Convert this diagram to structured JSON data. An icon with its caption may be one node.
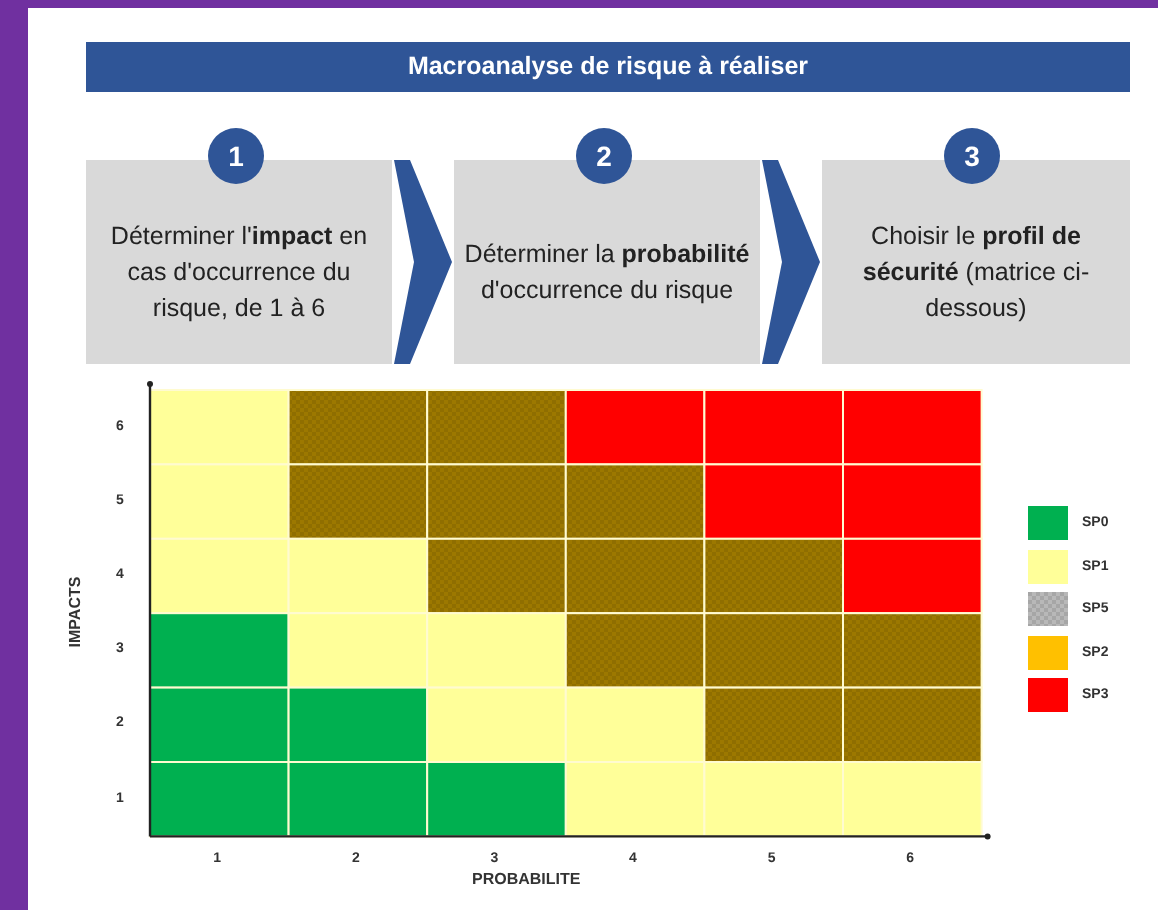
{
  "diagram": {
    "nodes": [
      {
        "text": [
          "Macroanalyse de risque à réaliser"
        ]
      },
      {
        "text": [
          "1"
        ]
      },
      {
        "text": [
          "Déterminer l'**impact** en cas d'occurrence du risque, de 1 à 6"
        ]
      },
      {
        "text": [
          "2"
        ]
      },
      {
        "text": [
          "Déterminer la **probabilité** d'occurrence du risque"
        ]
      },
      {
        "text": [
          "3"
        ]
      },
      {
        "text": [
          "Choisir le **profil de sécurité** (matrice ci-dessous)"
        ]
      }
    ],
    "edges": [
      {
        "from": 2,
        "to": 4,
        "arrow": "to"
      },
      {
        "from": 4,
        "to": 6,
        "arrow": "to"
      }
    ],
    "labels": [
      "6",
      "5",
      "4",
      "3",
      "2",
      "1",
      "IMPACTS",
      "1",
      "2",
      "3",
      "4",
      "5",
      "6",
      "PROBABILITE"
    ],
    "legend": [
      {
        "text": "SP0",
        "color": "#00b050"
      },
      {
        "text": "SP1",
        "color": "#ffff99"
      },
      {
        "text": "SP5"
      },
      {
        "text": "SP2",
        "color": "#ffc000"
      },
      {
        "text": "SP3",
        "color": "#ff0000"
      }
    ]
  }
}
